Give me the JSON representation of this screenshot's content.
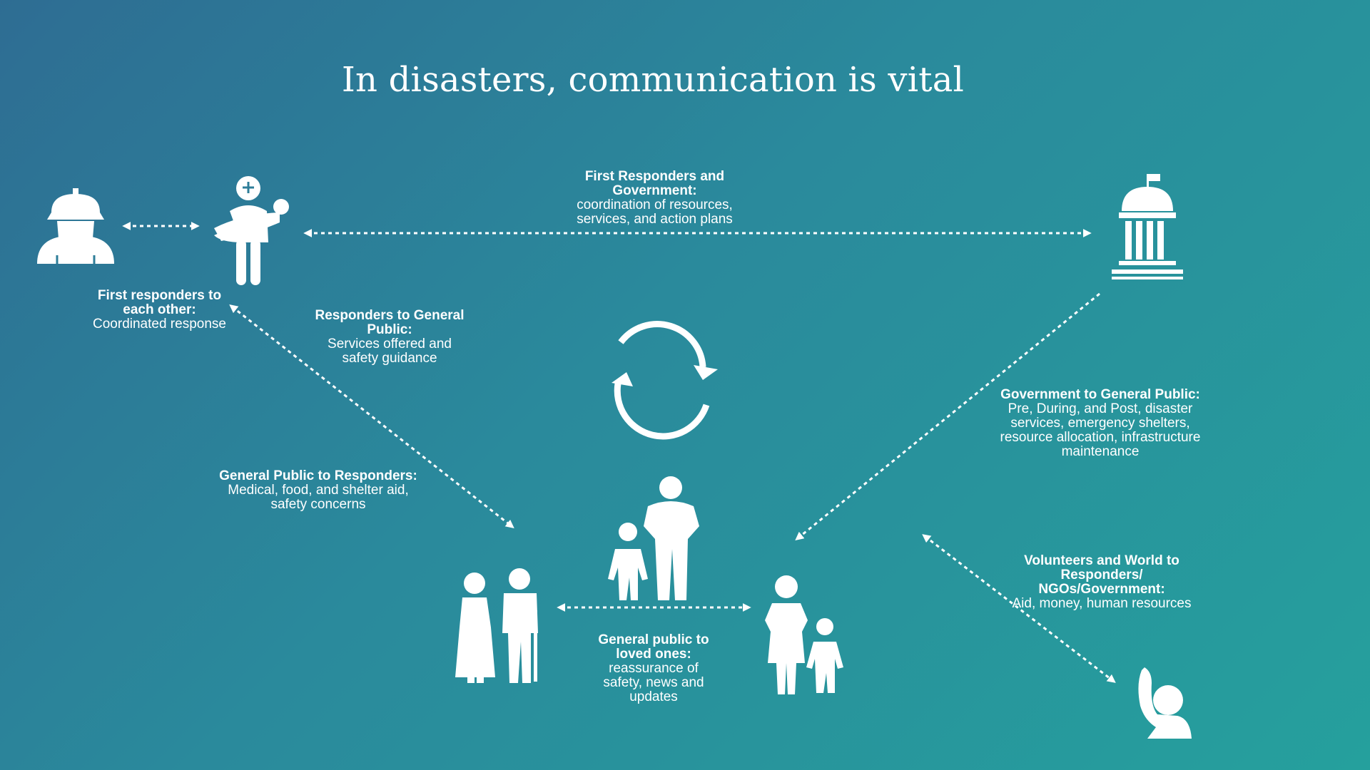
{
  "title": "In disasters, communication is vital",
  "labels": {
    "responders_government": {
      "head": "First Responders and Government:",
      "body": "coordination of resources, services, and action plans"
    },
    "responders_each_other": {
      "head": "First responders to each other:",
      "body": "Coordinated response"
    },
    "responders_public": {
      "head": "Responders to General Public:",
      "body": "Services offered and safety guidance"
    },
    "public_responders": {
      "head": "General Public to Responders:",
      "body": "Medical, food, and shelter aid, safety concerns"
    },
    "government_public": {
      "head": "Government to General Public:",
      "body": "Pre, During, and Post, disaster services, emergency shelters, resource allocation, infrastructure maintenance"
    },
    "volunteers": {
      "head": "Volunteers and World to Responders/ NGOs/Government:",
      "body": "Aid, money, human resources"
    },
    "loved_ones": {
      "head": "General public to loved ones:",
      "body": "reassurance of safety, news and updates"
    }
  },
  "icons": [
    "firefighter-icon",
    "rescuer-icon",
    "government-building-icon",
    "cycle-arrows-icon",
    "elderly-couple-icon",
    "father-child-icon",
    "mother-child-icon",
    "volunteer-icon"
  ],
  "colors": {
    "background_start": "#2e6d93",
    "background_end": "#25a09d",
    "foreground": "#ffffff"
  }
}
